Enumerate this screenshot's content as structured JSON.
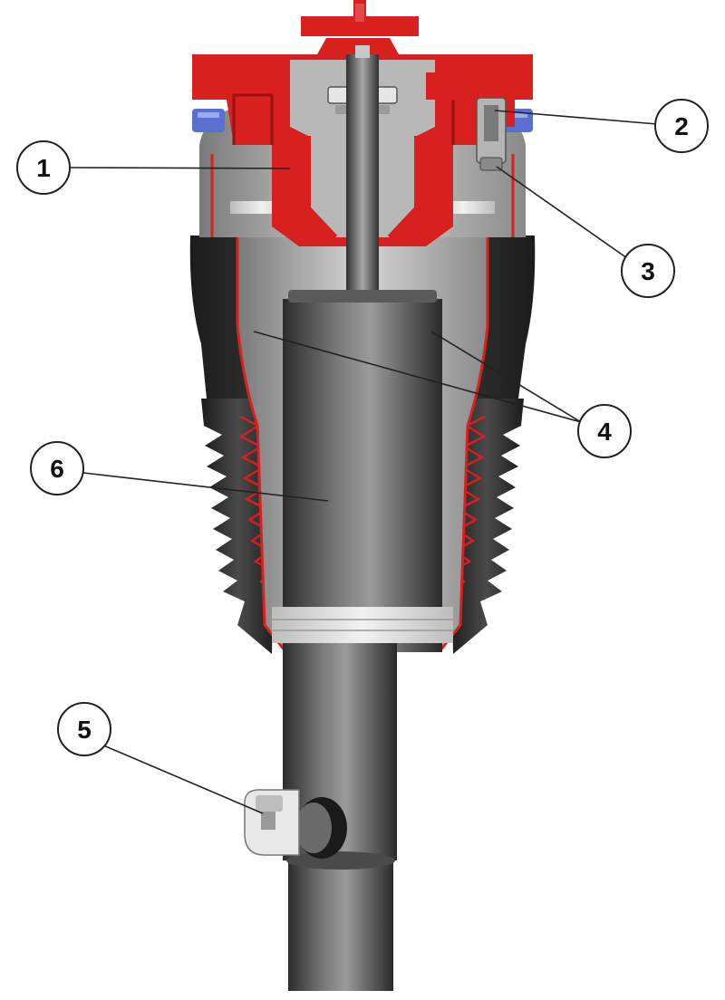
{
  "colors": {
    "housing_red": "#d8201e",
    "housing_red_dark": "#9a1210",
    "steel_light": "#c9c9c9",
    "steel_mid": "#8e8e8e",
    "steel_dark": "#3a3a3a",
    "bellows_black": "#2a2a2a",
    "ring_blue": "#5a6fd0",
    "callout_stroke": "#222222"
  },
  "callouts": [
    {
      "id": "1",
      "label": "1"
    },
    {
      "id": "2",
      "label": "2"
    },
    {
      "id": "3",
      "label": "3"
    },
    {
      "id": "4",
      "label": "4"
    },
    {
      "id": "5",
      "label": "5"
    },
    {
      "id": "6",
      "label": "6"
    }
  ]
}
